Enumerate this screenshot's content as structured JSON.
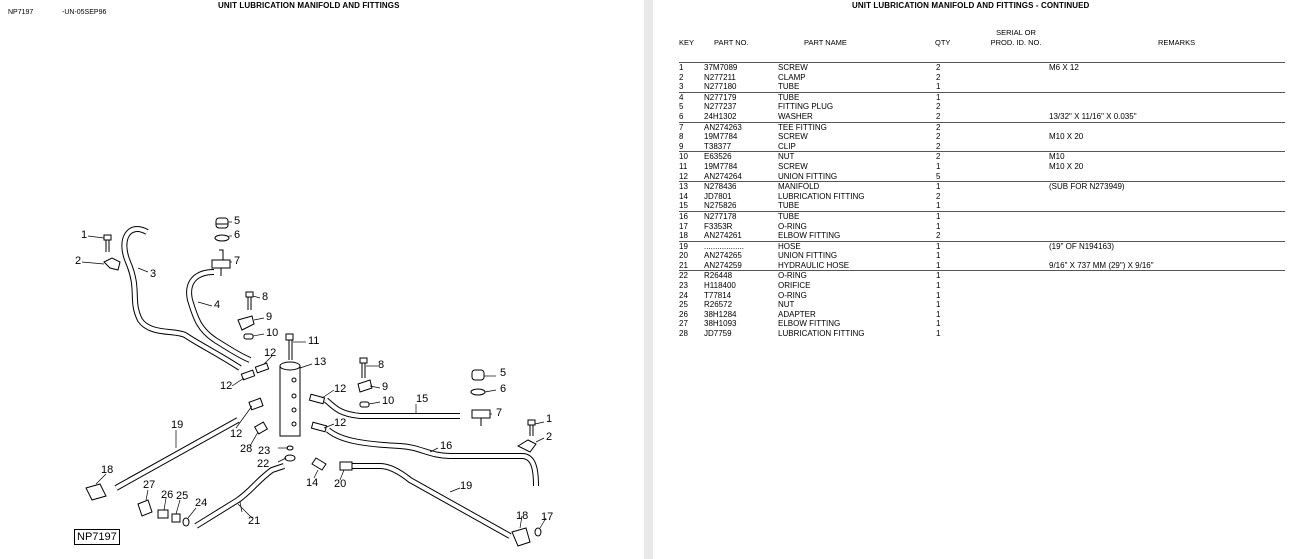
{
  "left_page": {
    "ref_id": "NP7197",
    "ref_date": "-UN-05SEP96",
    "title": "UNIT LUBRICATION MANIFOLD AND FITTINGS",
    "figure_label": "NP7197"
  },
  "callouts": [
    "1",
    "2",
    "3",
    "4",
    "5",
    "6",
    "7",
    "8",
    "9",
    "10",
    "11",
    "12",
    "13",
    "12",
    "12",
    "14",
    "15",
    "16",
    "17",
    "18",
    "19",
    "20",
    "21",
    "22",
    "23",
    "24",
    "25",
    "26",
    "27",
    "28",
    "12",
    "12",
    "8",
    "9",
    "10",
    "5",
    "6",
    "7",
    "1",
    "2",
    "19",
    "18"
  ],
  "right_page": {
    "title": "UNIT LUBRICATION MANIFOLD AND FITTINGS - CONTINUED",
    "headers": {
      "key": "KEY",
      "part_no": "PART NO.",
      "part_name": "PART NAME",
      "qty": "QTY",
      "serial_line1": "SERIAL OR",
      "serial_line2": "PROD. ID. NO.",
      "remarks": "REMARKS"
    },
    "rows": [
      {
        "key": "1",
        "part": "37M7089",
        "name": "SCREW",
        "qty": "2",
        "remarks": "M6 X 12"
      },
      {
        "key": "2",
        "part": "N277211",
        "name": "CLAMP",
        "qty": "2",
        "remarks": ""
      },
      {
        "key": "3",
        "part": "N277180",
        "name": "TUBE",
        "qty": "1",
        "remarks": ""
      },
      {
        "key": "4",
        "part": "N277179",
        "name": "TUBE",
        "qty": "1",
        "remarks": ""
      },
      {
        "key": "5",
        "part": "N277237",
        "name": "FITTING PLUG",
        "qty": "2",
        "remarks": ""
      },
      {
        "key": "6",
        "part": "24H1302",
        "name": "WASHER",
        "qty": "2",
        "remarks": "13/32\" X 11/16\" X 0.035\""
      },
      {
        "key": "7",
        "part": "AN274263",
        "name": "TEE FITTING",
        "qty": "2",
        "remarks": ""
      },
      {
        "key": "8",
        "part": "19M7784",
        "name": "SCREW",
        "qty": "2",
        "remarks": "M10 X 20"
      },
      {
        "key": "9",
        "part": "T38377",
        "name": "CLIP",
        "qty": "2",
        "remarks": ""
      },
      {
        "key": "10",
        "part": "E63526",
        "name": "NUT",
        "qty": "2",
        "remarks": "M10"
      },
      {
        "key": "11",
        "part": "19M7784",
        "name": "SCREW",
        "qty": "1",
        "remarks": "M10 X 20"
      },
      {
        "key": "12",
        "part": "AN274264",
        "name": "UNION FITTING",
        "qty": "5",
        "remarks": ""
      },
      {
        "key": "13",
        "part": "N278436",
        "name": "MANIFOLD",
        "qty": "1",
        "remarks": "(SUB FOR N273949)"
      },
      {
        "key": "14",
        "part": "JD7801",
        "name": "LUBRICATION FITTING",
        "qty": "2",
        "remarks": ""
      },
      {
        "key": "15",
        "part": "N275826",
        "name": "TUBE",
        "qty": "1",
        "remarks": ""
      },
      {
        "key": "16",
        "part": "N277178",
        "name": "TUBE",
        "qty": "1",
        "remarks": ""
      },
      {
        "key": "17",
        "part": "F3353R",
        "name": "O-RING",
        "qty": "1",
        "remarks": ""
      },
      {
        "key": "18",
        "part": "AN274261",
        "name": "ELBOW FITTING",
        "qty": "2",
        "remarks": ""
      },
      {
        "key": "19",
        "part": "..................",
        "name": "HOSE",
        "qty": "1",
        "remarks": "(19\" OF N194163)"
      },
      {
        "key": "20",
        "part": "AN274265",
        "name": "UNION FITTING",
        "qty": "1",
        "remarks": ""
      },
      {
        "key": "21",
        "part": "AN274259",
        "name": "HYDRAULIC HOSE",
        "qty": "1",
        "remarks": "9/16\" X 737 MM (29\") X 9/16\""
      },
      {
        "key": "22",
        "part": "R26448",
        "name": "O-RING",
        "qty": "1",
        "remarks": ""
      },
      {
        "key": "23",
        "part": "H118400",
        "name": "ORIFICE",
        "qty": "1",
        "remarks": ""
      },
      {
        "key": "24",
        "part": "T77814",
        "name": "O-RING",
        "qty": "1",
        "remarks": ""
      },
      {
        "key": "25",
        "part": "R26572",
        "name": "NUT",
        "qty": "1",
        "remarks": ""
      },
      {
        "key": "26",
        "part": "38H1284",
        "name": "ADAPTER",
        "qty": "1",
        "remarks": ""
      },
      {
        "key": "27",
        "part": "38H1093",
        "name": "ELBOW FITTING",
        "qty": "1",
        "remarks": ""
      },
      {
        "key": "28",
        "part": "JD7759",
        "name": "LUBRICATION FITTING",
        "qty": "1",
        "remarks": ""
      }
    ]
  }
}
